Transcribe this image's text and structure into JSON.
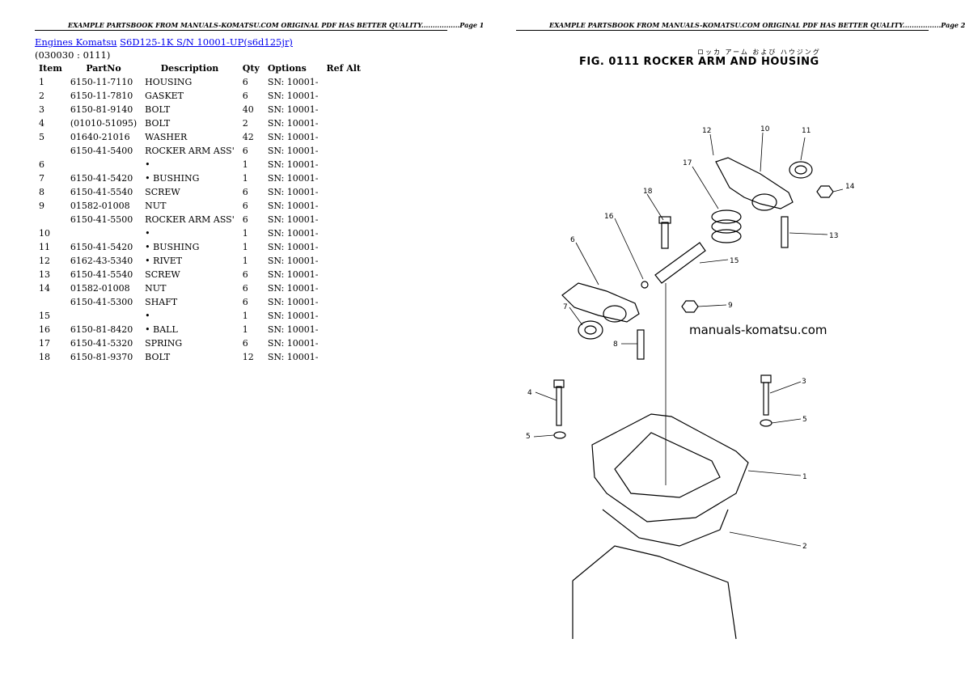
{
  "page1": {
    "header": "EXAMPLE PARTSBOOK FROM MANUALS-KOMATSU.COM ORIGINAL PDF HAS BETTER QUALITY.................Page 1",
    "breadcrumb": {
      "link1": "Engines Komatsu",
      "link2": "S6D125-1K S/N 10001-UP(s6d125jr)"
    },
    "code": "(030030 : 0111)",
    "columns": [
      "Item",
      "PartNo",
      "Description",
      "Qty",
      "Options",
      "Ref Alt"
    ],
    "rows": [
      {
        "item": "1",
        "part": "6150-11-7110",
        "desc": "HOUSING",
        "qty": "6",
        "opt": "SN: 10001-"
      },
      {
        "item": "2",
        "part": "6150-11-7810",
        "desc": "GASKET",
        "qty": "6",
        "opt": "SN: 10001-"
      },
      {
        "item": "3",
        "part": "6150-81-9140",
        "desc": "BOLT",
        "qty": "40",
        "opt": "SN: 10001-"
      },
      {
        "item": "4",
        "part": "(01010-51095)",
        "desc": "BOLT",
        "qty": "2",
        "opt": "SN: 10001-"
      },
      {
        "item": "5",
        "part": "01640-21016",
        "desc": "WASHER",
        "qty": "42",
        "opt": "SN: 10001-"
      },
      {
        "item": "",
        "part": "6150-41-5400",
        "desc": "ROCKER ARM ASS'",
        "qty": "6",
        "opt": "SN: 10001-"
      },
      {
        "item": "6",
        "part": "",
        "desc": "•",
        "qty": "1",
        "opt": "SN: 10001-"
      },
      {
        "item": "7",
        "part": "6150-41-5420",
        "desc": "• BUSHING",
        "qty": "1",
        "opt": "SN: 10001-"
      },
      {
        "item": "8",
        "part": "6150-41-5540",
        "desc": "SCREW",
        "qty": "6",
        "opt": "SN: 10001-"
      },
      {
        "item": "9",
        "part": "01582-01008",
        "desc": "NUT",
        "qty": "6",
        "opt": "SN: 10001-"
      },
      {
        "item": "",
        "part": "6150-41-5500",
        "desc": "ROCKER ARM ASS'",
        "qty": "6",
        "opt": "SN: 10001-"
      },
      {
        "item": "10",
        "part": "",
        "desc": "•",
        "qty": "1",
        "opt": "SN: 10001-"
      },
      {
        "item": "11",
        "part": "6150-41-5420",
        "desc": "• BUSHING",
        "qty": "1",
        "opt": "SN: 10001-"
      },
      {
        "item": "12",
        "part": "6162-43-5340",
        "desc": "• RIVET",
        "qty": "1",
        "opt": "SN: 10001-"
      },
      {
        "item": "13",
        "part": "6150-41-5540",
        "desc": "SCREW",
        "qty": "6",
        "opt": "SN: 10001-"
      },
      {
        "item": "14",
        "part": "01582-01008",
        "desc": "NUT",
        "qty": "6",
        "opt": "SN: 10001-"
      },
      {
        "item": "",
        "part": "6150-41-5300",
        "desc": "SHAFT",
        "qty": "6",
        "opt": "SN: 10001-"
      },
      {
        "item": "15",
        "part": "",
        "desc": "•",
        "qty": "1",
        "opt": "SN: 10001-"
      },
      {
        "item": "16",
        "part": "6150-81-8420",
        "desc": "• BALL",
        "qty": "1",
        "opt": "SN: 10001-"
      },
      {
        "item": "17",
        "part": "6150-41-5320",
        "desc": "SPRING",
        "qty": "6",
        "opt": "SN: 10001-"
      },
      {
        "item": "18",
        "part": "6150-81-9370",
        "desc": "BOLT",
        "qty": "12",
        "opt": "SN: 10001-"
      }
    ]
  },
  "page2": {
    "header": "EXAMPLE PARTSBOOK FROM MANUALS-KOMATSU.COM ORIGINAL PDF HAS BETTER QUALITY.................Page 2",
    "figure_jp": "ロッカ アーム および ハウジング",
    "figure_title": "FIG. 0111  ROCKER ARM AND HOUSING",
    "watermark": "manuals-komatsu.com",
    "callouts": [
      "12",
      "10",
      "11",
      "17",
      "14",
      "18",
      "16",
      "13",
      "6",
      "15",
      "7",
      "9",
      "8",
      "4",
      "3",
      "5",
      "5",
      "1",
      "2"
    ]
  }
}
